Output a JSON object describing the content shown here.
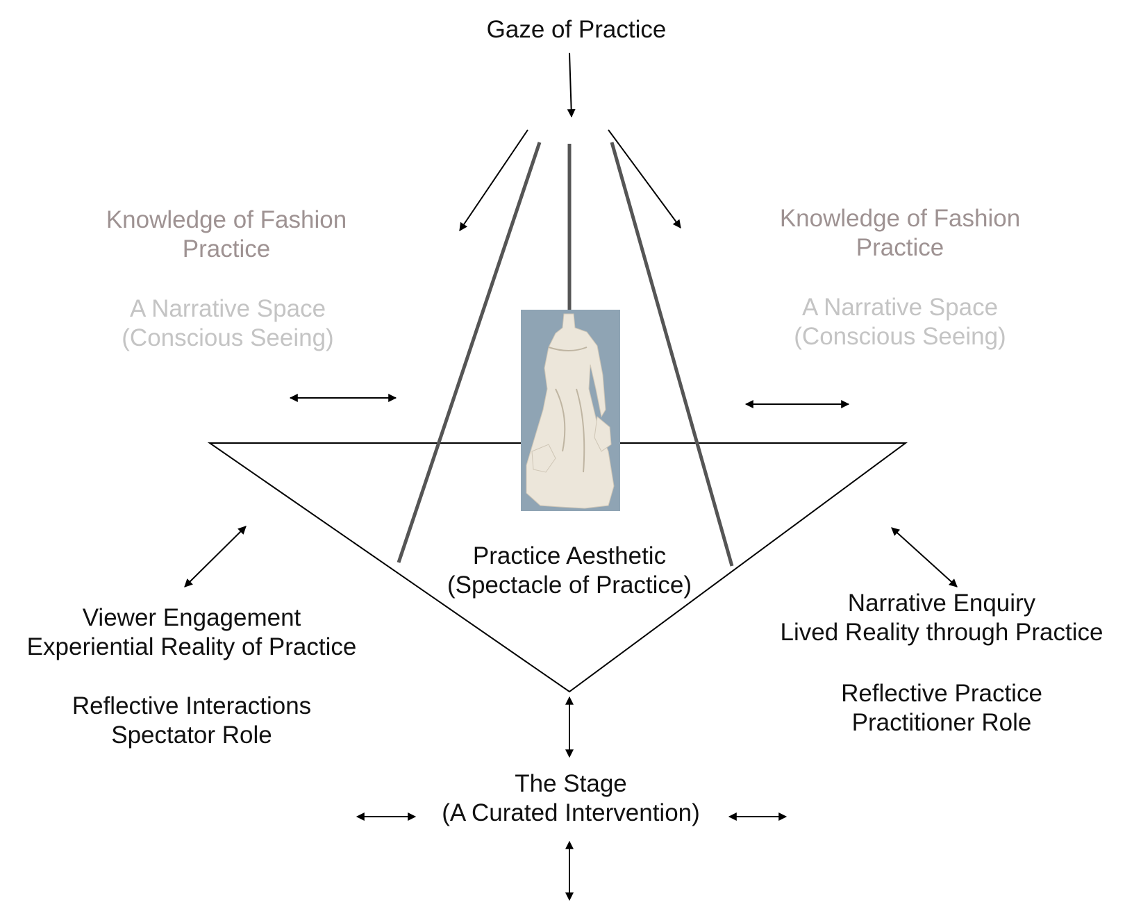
{
  "labels": {
    "gaze": "Gaze of Practice",
    "knowledge_left": [
      "Knowledge of Fashion",
      "Practice"
    ],
    "narrative_left": [
      "A Narrative Space",
      "(Conscious Seeing)"
    ],
    "knowledge_right": [
      "Knowledge of Fashion",
      "Practice"
    ],
    "narrative_right": [
      "A Narrative Space",
      "(Conscious Seeing)"
    ],
    "aesthetic": [
      "Practice Aesthetic",
      "(Spectacle of Practice)"
    ],
    "viewer": [
      "Viewer Engagement",
      "Experiential Reality of Practice"
    ],
    "reflective_interactions": [
      "Reflective Interactions",
      "Spectator Role"
    ],
    "narrative_enquiry": [
      "Narrative Enquiry",
      "Lived Reality through Practice"
    ],
    "reflective_practice": [
      "Reflective Practice",
      "Practitioner Role"
    ],
    "stage": [
      "The Stage",
      "(A Curated Intervention)"
    ]
  },
  "colors": {
    "text_primary": "#111111",
    "text_knowledge": "#9e9292",
    "text_narrative": "#c4c4c4",
    "beam": "#555555",
    "photo_backdrop": "#8fa4b4",
    "dress": "#ece6da"
  },
  "image": {
    "subject": "dress-on-mannequin-photo"
  }
}
